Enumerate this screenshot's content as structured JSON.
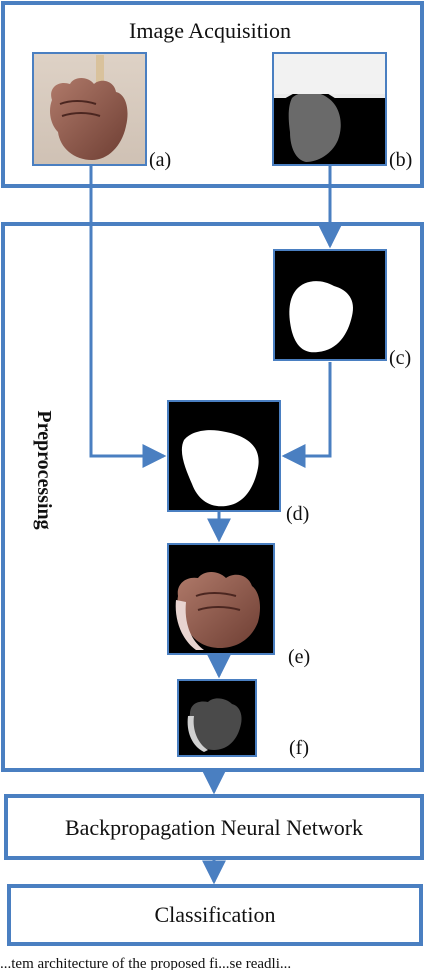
{
  "stages": {
    "acquisition": "Image Acquisition",
    "preprocessing": "Preprocessing",
    "network": "Backpropagation Neural Network",
    "classification": "Classification"
  },
  "panels": {
    "a": "(a)",
    "b": "(b)",
    "c": "(c)",
    "d": "(d)",
    "e": "(e)",
    "f": "(f)"
  },
  "caption": "...tem architecture of the proposed fi...se readli..."
}
